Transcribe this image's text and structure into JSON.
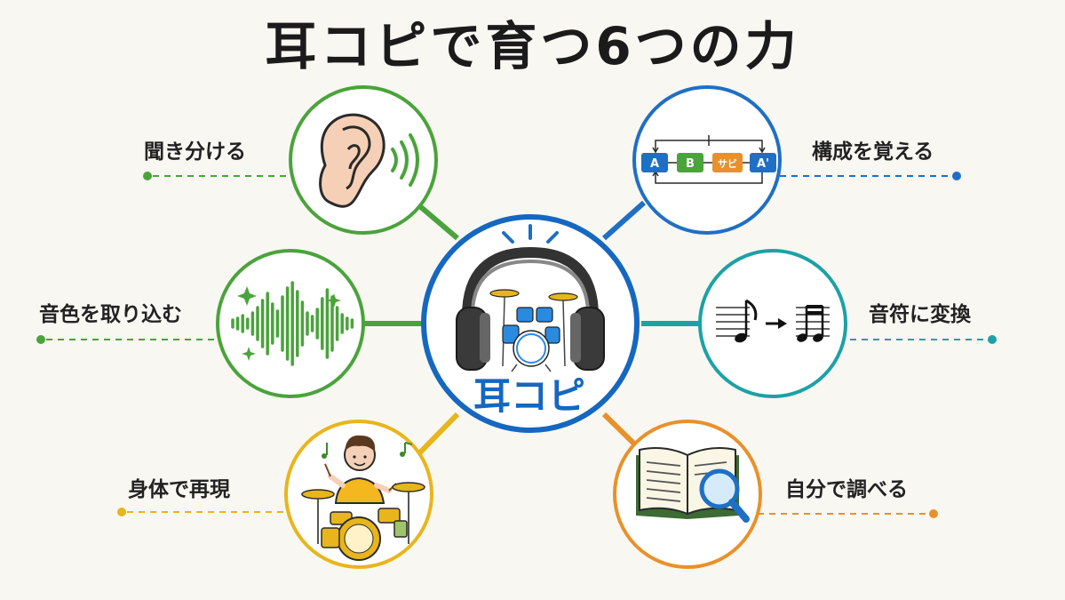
{
  "title": "耳コピで育つ6つの力",
  "hub": {
    "label": "耳コピ"
  },
  "skills": {
    "listen": "聞き分ける",
    "timbre": "音色を取り込む",
    "body": "身体で再現",
    "structure": "構成を覚える",
    "notation": "音符に変換",
    "research": "自分で調べる"
  },
  "structure_tags": [
    "A",
    "B",
    "サビ",
    "A'"
  ],
  "colors": {
    "green": "#4aa33b",
    "yellow": "#e8b51c",
    "blue": "#1f6fc4",
    "teal": "#1ca1a6",
    "orange": "#e8912a",
    "hub": "#1567c0"
  }
}
